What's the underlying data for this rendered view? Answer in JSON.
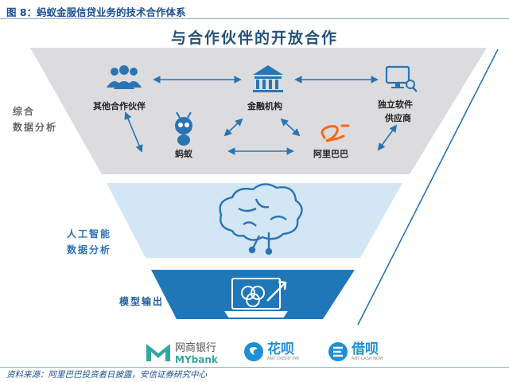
{
  "figure_caption": "图 8：蚂蚁金服信贷业务的技术合作体系",
  "headline": "与合作伙伴的开放合作",
  "top_layer": {
    "side_label": [
      "综合",
      "数据分析"
    ],
    "nodes": {
      "partners": "其他合作伙伴",
      "financial": "金融机构",
      "isv": [
        "独立软件",
        "供应商"
      ],
      "ant": "蚂蚁",
      "alibaba": "阿里巴巴"
    }
  },
  "middle_layer": {
    "side_label": [
      "人工智能",
      "数据分析"
    ]
  },
  "bottom_layer": {
    "side_label": "模型输出"
  },
  "logos": {
    "mybank_cn": "网商银行",
    "mybank_en": "MYbank",
    "huabei": "花呗",
    "huabei_sub": "ANT CREDIT PAY",
    "jiebei": "借呗",
    "jiebei_sub": "ANT CASH NOW"
  },
  "source": "资料来源：阿里巴巴投资者日披露，安信证券研究中心",
  "colors": {
    "top_band": "#dcdcde",
    "middle_band": "#d3e6f4",
    "bottom_band": "#1f77b8",
    "icon_blue": "#2874b4",
    "side_label_gray": "#666666",
    "side_label_blue": "#2e72b8",
    "alibaba_orange": "#f26b1d"
  }
}
